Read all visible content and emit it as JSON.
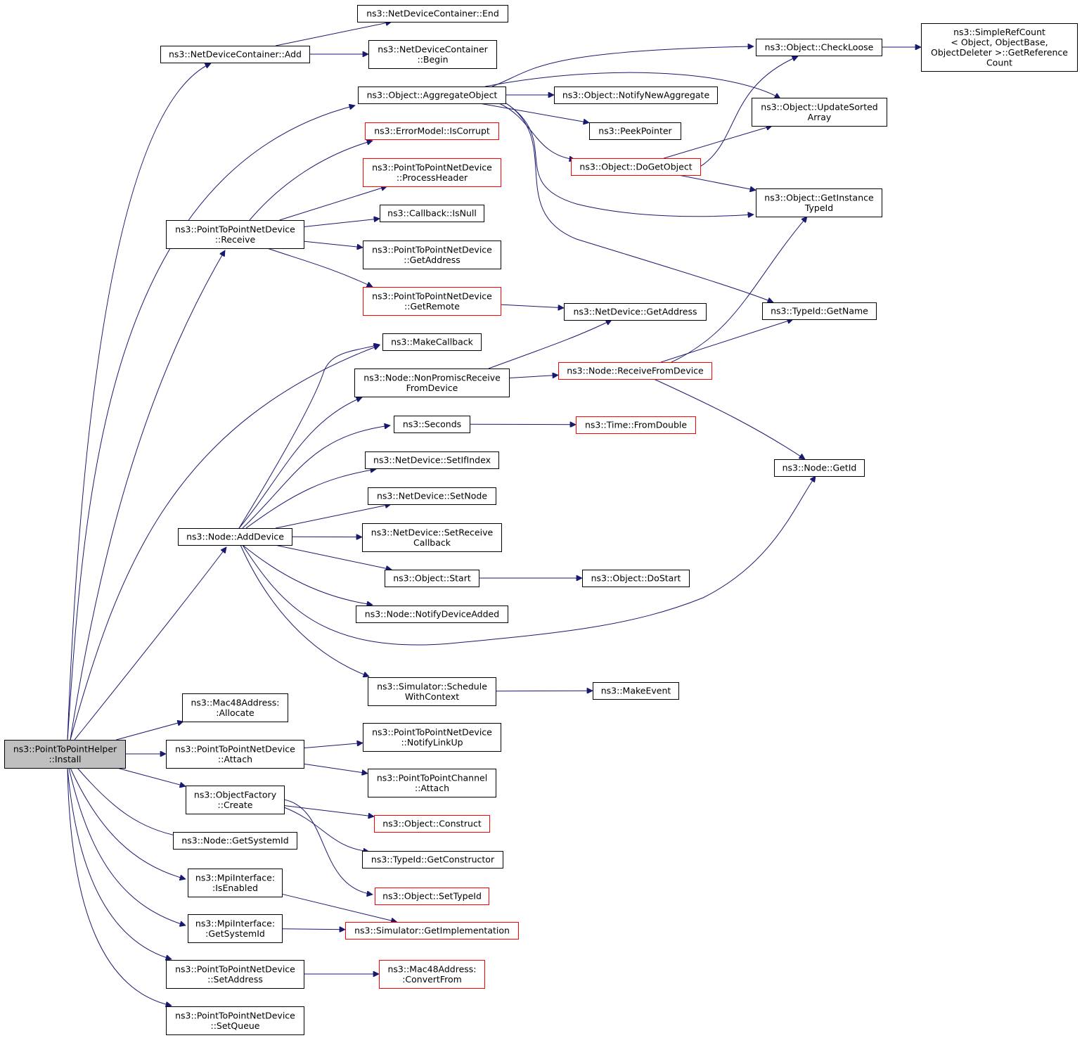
{
  "colors": {
    "edge": "#191970",
    "node_border": "#000000",
    "node_border_incomplete": "#ff0000",
    "root_fill": "#bfbfbf",
    "background": "#ffffff"
  },
  "nodes": [
    {
      "id": "install",
      "lines": [
        "ns3::PointToPointHelper",
        "::Install"
      ],
      "style": "root"
    },
    {
      "id": "ndc_add",
      "lines": [
        "ns3::NetDeviceContainer::Add"
      ]
    },
    {
      "id": "ndc_end",
      "lines": [
        "ns3::NetDeviceContainer::End"
      ]
    },
    {
      "id": "ndc_begin",
      "lines": [
        "ns3::NetDeviceContainer",
        "::Begin"
      ]
    },
    {
      "id": "obj_aggregate",
      "lines": [
        "ns3::Object::AggregateObject"
      ]
    },
    {
      "id": "obj_checkloose",
      "lines": [
        "ns3::Object::CheckLoose"
      ]
    },
    {
      "id": "simplerefcount",
      "lines": [
        "ns3::SimpleRefCount",
        "< Object, ObjectBase,",
        "ObjectDeleter >::GetReference",
        "Count"
      ]
    },
    {
      "id": "obj_notifynewagg",
      "lines": [
        "ns3::Object::NotifyNewAggregate"
      ]
    },
    {
      "id": "obj_updatesorted",
      "lines": [
        "ns3::Object::UpdateSorted",
        "Array"
      ]
    },
    {
      "id": "peekpointer",
      "lines": [
        "ns3::PeekPointer"
      ]
    },
    {
      "id": "errormodel_iscorrupt",
      "lines": [
        "ns3::ErrorModel::IsCorrupt"
      ],
      "style": "red"
    },
    {
      "id": "obj_dogetobject",
      "lines": [
        "ns3::Object::DoGetObject"
      ],
      "style": "red"
    },
    {
      "id": "p2p_processheader",
      "lines": [
        "ns3::PointToPointNetDevice",
        "::ProcessHeader"
      ],
      "style": "red"
    },
    {
      "id": "obj_getinstancetypeid",
      "lines": [
        "ns3::Object::GetInstance",
        "TypeId"
      ]
    },
    {
      "id": "callback_isnull",
      "lines": [
        "ns3::Callback::IsNull"
      ]
    },
    {
      "id": "p2p_receive",
      "lines": [
        "ns3::PointToPointNetDevice",
        "::Receive"
      ]
    },
    {
      "id": "p2p_getaddress",
      "lines": [
        "ns3::PointToPointNetDevice",
        "::GetAddress"
      ]
    },
    {
      "id": "p2p_getremote",
      "lines": [
        "ns3::PointToPointNetDevice",
        "::GetRemote"
      ],
      "style": "red"
    },
    {
      "id": "nd_getaddress",
      "lines": [
        "ns3::NetDevice::GetAddress"
      ]
    },
    {
      "id": "typeid_getname",
      "lines": [
        "ns3::TypeId::GetName"
      ]
    },
    {
      "id": "makecallback",
      "lines": [
        "ns3::MakeCallback"
      ]
    },
    {
      "id": "node_nonpromisc",
      "lines": [
        "ns3::Node::NonPromiscReceive",
        "FromDevice"
      ]
    },
    {
      "id": "node_receivefromdevice",
      "lines": [
        "ns3::Node::ReceiveFromDevice"
      ],
      "style": "red"
    },
    {
      "id": "seconds",
      "lines": [
        "ns3::Seconds"
      ]
    },
    {
      "id": "time_fromdouble",
      "lines": [
        "ns3::Time::FromDouble"
      ],
      "style": "red"
    },
    {
      "id": "nd_setifindex",
      "lines": [
        "ns3::NetDevice::SetIfIndex"
      ]
    },
    {
      "id": "node_getid",
      "lines": [
        "ns3::Node::GetId"
      ]
    },
    {
      "id": "nd_setnode",
      "lines": [
        "ns3::NetDevice::SetNode"
      ]
    },
    {
      "id": "node_adddevice",
      "lines": [
        "ns3::Node::AddDevice"
      ]
    },
    {
      "id": "nd_setreceivecallback",
      "lines": [
        "ns3::NetDevice::SetReceive",
        "Callback"
      ]
    },
    {
      "id": "obj_start",
      "lines": [
        "ns3::Object::Start"
      ]
    },
    {
      "id": "obj_dostart",
      "lines": [
        "ns3::Object::DoStart"
      ]
    },
    {
      "id": "node_notifydeviceadded",
      "lines": [
        "ns3::Node::NotifyDeviceAdded"
      ]
    },
    {
      "id": "sim_schedulewithcontext",
      "lines": [
        "ns3::Simulator::Schedule",
        "WithContext"
      ]
    },
    {
      "id": "makeevent",
      "lines": [
        "ns3::MakeEvent"
      ]
    },
    {
      "id": "mac48_allocate",
      "lines": [
        "ns3::Mac48Address:",
        ":Allocate"
      ]
    },
    {
      "id": "p2p_notifylinkup",
      "lines": [
        "ns3::PointToPointNetDevice",
        "::NotifyLinkUp"
      ]
    },
    {
      "id": "p2p_attach",
      "lines": [
        "ns3::PointToPointNetDevice",
        "::Attach"
      ]
    },
    {
      "id": "p2pchannel_attach",
      "lines": [
        "ns3::PointToPointChannel",
        "::Attach"
      ]
    },
    {
      "id": "objfactory_create",
      "lines": [
        "ns3::ObjectFactory",
        "::Create"
      ]
    },
    {
      "id": "obj_construct",
      "lines": [
        "ns3::Object::Construct"
      ],
      "style": "red"
    },
    {
      "id": "node_getsystemid",
      "lines": [
        "ns3::Node::GetSystemId"
      ]
    },
    {
      "id": "typeid_getconstructor",
      "lines": [
        "ns3::TypeId::GetConstructor"
      ]
    },
    {
      "id": "obj_settypeid",
      "lines": [
        "ns3::Object::SetTypeId"
      ],
      "style": "red"
    },
    {
      "id": "mpi_isenabled",
      "lines": [
        "ns3::MpiInterface:",
        ":IsEnabled"
      ]
    },
    {
      "id": "sim_getimplementation",
      "lines": [
        "ns3::Simulator::GetImplementation"
      ],
      "style": "red"
    },
    {
      "id": "mpi_getsystemid",
      "lines": [
        "ns3::MpiInterface:",
        ":GetSystemId"
      ]
    },
    {
      "id": "p2p_setaddress",
      "lines": [
        "ns3::PointToPointNetDevice",
        "::SetAddress"
      ]
    },
    {
      "id": "mac48_convertfrom",
      "lines": [
        "ns3::Mac48Address:",
        ":ConvertFrom"
      ],
      "style": "red"
    },
    {
      "id": "p2p_setqueue",
      "lines": [
        "ns3::PointToPointNetDevice",
        "::SetQueue"
      ]
    }
  ],
  "edges": [
    [
      "install",
      "ndc_add"
    ],
    [
      "install",
      "obj_aggregate"
    ],
    [
      "install",
      "p2p_receive"
    ],
    [
      "install",
      "makecallback"
    ],
    [
      "install",
      "node_adddevice"
    ],
    [
      "install",
      "mac48_allocate"
    ],
    [
      "install",
      "p2p_attach"
    ],
    [
      "install",
      "objfactory_create"
    ],
    [
      "install",
      "node_getsystemid"
    ],
    [
      "install",
      "mpi_isenabled"
    ],
    [
      "install",
      "mpi_getsystemid"
    ],
    [
      "install",
      "p2p_setaddress"
    ],
    [
      "install",
      "p2p_setqueue"
    ],
    [
      "ndc_add",
      "ndc_end"
    ],
    [
      "ndc_add",
      "ndc_begin"
    ],
    [
      "obj_aggregate",
      "obj_checkloose"
    ],
    [
      "obj_aggregate",
      "obj_updatesorted"
    ],
    [
      "obj_aggregate",
      "obj_notifynewagg"
    ],
    [
      "obj_aggregate",
      "peekpointer"
    ],
    [
      "obj_aggregate",
      "obj_dogetobject"
    ],
    [
      "obj_aggregate",
      "obj_getinstancetypeid"
    ],
    [
      "obj_aggregate",
      "typeid_getname"
    ],
    [
      "obj_checkloose",
      "simplerefcount"
    ],
    [
      "obj_dogetobject",
      "obj_checkloose"
    ],
    [
      "obj_dogetobject",
      "obj_updatesorted"
    ],
    [
      "obj_dogetobject",
      "obj_getinstancetypeid"
    ],
    [
      "p2p_receive",
      "errormodel_iscorrupt"
    ],
    [
      "p2p_receive",
      "p2p_processheader"
    ],
    [
      "p2p_receive",
      "callback_isnull"
    ],
    [
      "p2p_receive",
      "p2p_getaddress"
    ],
    [
      "p2p_receive",
      "p2p_getremote"
    ],
    [
      "p2p_getremote",
      "nd_getaddress"
    ],
    [
      "node_adddevice",
      "makecallback"
    ],
    [
      "node_adddevice",
      "node_nonpromisc"
    ],
    [
      "node_adddevice",
      "seconds"
    ],
    [
      "node_adddevice",
      "nd_setifindex"
    ],
    [
      "node_adddevice",
      "nd_setnode"
    ],
    [
      "node_adddevice",
      "nd_setreceivecallback"
    ],
    [
      "node_adddevice",
      "obj_start"
    ],
    [
      "node_adddevice",
      "node_notifydeviceadded"
    ],
    [
      "node_adddevice",
      "node_getid"
    ],
    [
      "node_adddevice",
      "sim_schedulewithcontext"
    ],
    [
      "node_nonpromisc",
      "nd_getaddress"
    ],
    [
      "node_nonpromisc",
      "node_receivefromdevice"
    ],
    [
      "node_receivefromdevice",
      "obj_getinstancetypeid"
    ],
    [
      "node_receivefromdevice",
      "typeid_getname"
    ],
    [
      "node_receivefromdevice",
      "node_getid"
    ],
    [
      "seconds",
      "time_fromdouble"
    ],
    [
      "obj_start",
      "obj_dostart"
    ],
    [
      "sim_schedulewithcontext",
      "makeevent"
    ],
    [
      "p2p_attach",
      "p2p_notifylinkup"
    ],
    [
      "p2p_attach",
      "p2pchannel_attach"
    ],
    [
      "objfactory_create",
      "obj_construct"
    ],
    [
      "objfactory_create",
      "typeid_getconstructor"
    ],
    [
      "objfactory_create",
      "obj_settypeid"
    ],
    [
      "mpi_isenabled",
      "sim_getimplementation"
    ],
    [
      "mpi_getsystemid",
      "sim_getimplementation"
    ],
    [
      "p2p_setaddress",
      "mac48_convertfrom"
    ]
  ]
}
